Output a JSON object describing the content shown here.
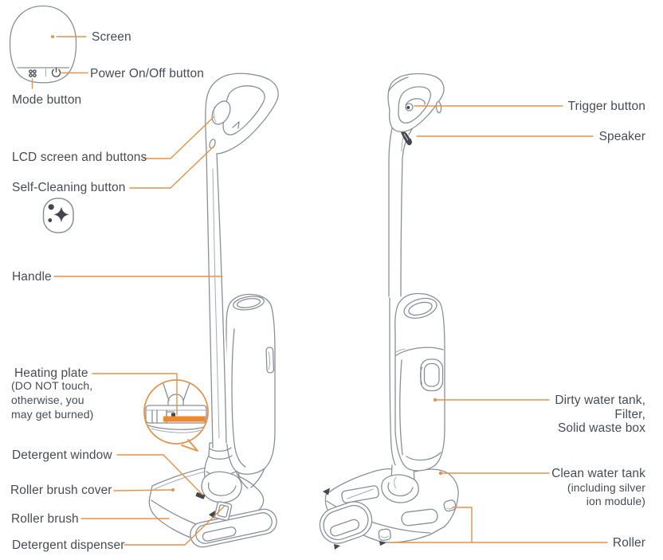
{
  "colors": {
    "accent": "#E2944C",
    "outline": "#8A9098",
    "outline_dark": "#42464E",
    "text": "#474C55",
    "heating_plate_fill": "#ED8A2F"
  },
  "front_view": {
    "labels": {
      "screen": "Screen",
      "power": "Power On/Off button",
      "mode": "Mode button",
      "lcd": "LCD screen and buttons",
      "self_cleaning": "Self-Cleaning button",
      "handle": "Handle",
      "heating_plate": "Heating plate",
      "heating_note1": "(DO NOT touch,",
      "heating_note2": "otherwise, you",
      "heating_note3": "may get burned)",
      "detergent_window": "Detergent window",
      "roller_brush_cover": "Roller brush cover",
      "roller_brush": "Roller brush",
      "detergent_dispenser": "Detergent dispenser"
    }
  },
  "back_view": {
    "labels": {
      "trigger": "Trigger button",
      "speaker": "Speaker",
      "dirty_tank_line1": "Dirty water tank,",
      "dirty_tank_line2": "Filter,",
      "dirty_tank_line3": "Solid waste box",
      "clean_tank_line1": "Clean water tank",
      "clean_tank_line2": "(including silver",
      "clean_tank_line3": "ion module)",
      "roller": "Roller"
    }
  }
}
